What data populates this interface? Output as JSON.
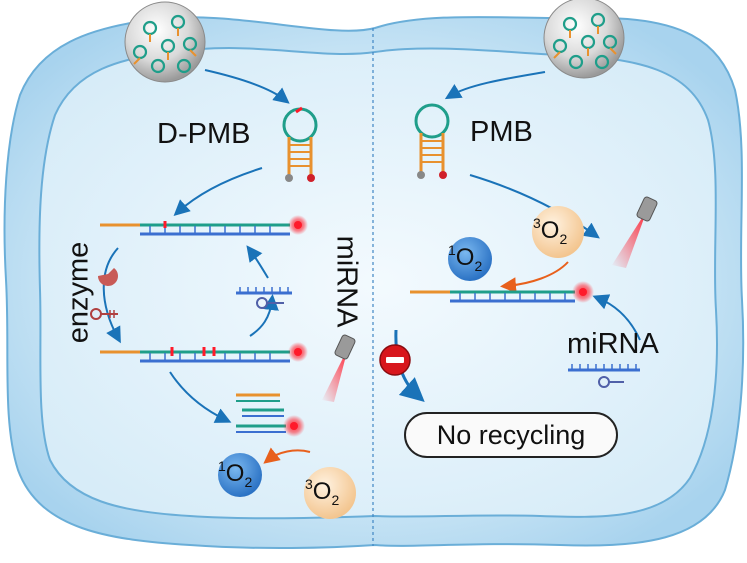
{
  "labels": {
    "d_pmb": "D-PMB",
    "pmb": "PMB",
    "enzyme": "enzyme",
    "mirna_left": "miRNA",
    "mirna_right": "miRNA",
    "no_recycling": "No recycling"
  },
  "oxygen": {
    "singlet": {
      "sup": "1",
      "base": "O",
      "sub": "2"
    },
    "triplet": {
      "sup": "3",
      "base": "O",
      "sub": "2"
    }
  },
  "colors": {
    "cell_fill": "#bfe0f3",
    "cell_edge": "#6aaed8",
    "strand_orange": "#e8912e",
    "strand_green": "#1f9e8a",
    "strand_blue": "#3b6fd0",
    "arrow_blue": "#1a73b8",
    "arrow_orange": "#e8601c",
    "fluor_red": "#ff1a2a",
    "singlet_circle": "#3a86d6",
    "triplet_circle": "#f5cfa0",
    "stop_red": "#d8161c"
  }
}
